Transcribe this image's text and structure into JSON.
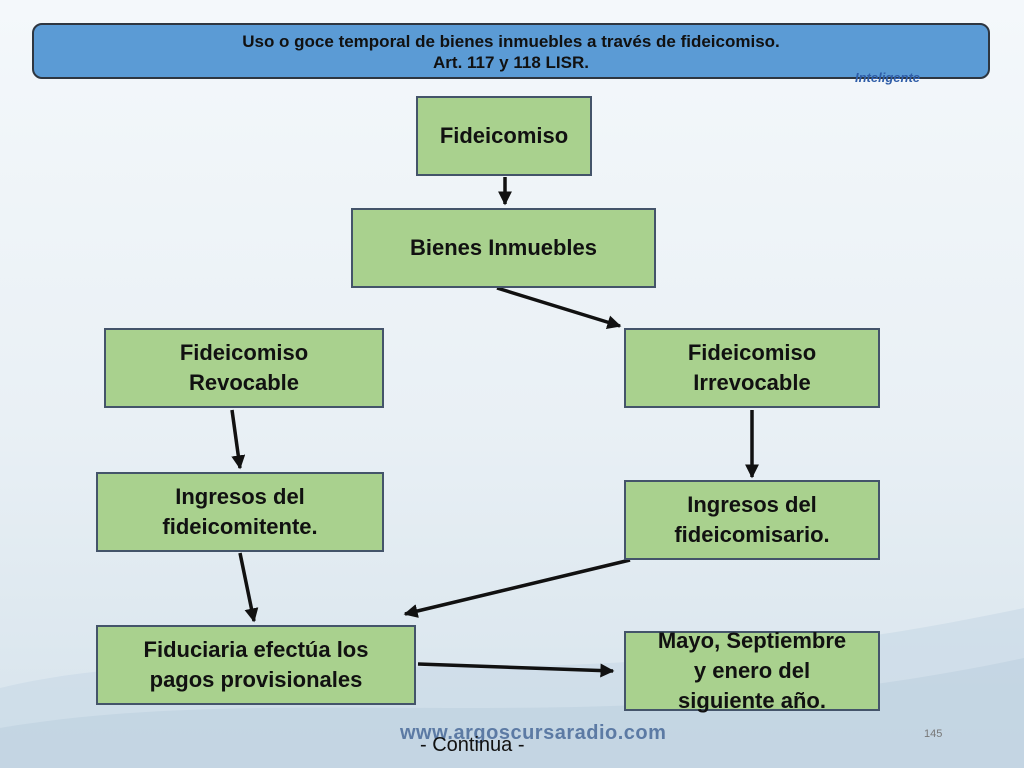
{
  "header": {
    "line1": "Uso o goce temporal de bienes inmuebles a través de fideicomiso.",
    "line2": "Art. 117 y 118 LISR."
  },
  "logo_text": "Inteligente",
  "nodes": {
    "fideicomiso": "Fideicomiso",
    "bienes": "Bienes Inmuebles",
    "revocable_l1": "Fideicomiso",
    "revocable_l2": "Revocable",
    "irrevocable_l1": "Fideicomiso",
    "irrevocable_l2": "Irrevocable",
    "ing_fideicomitente_l1": "Ingresos del",
    "ing_fideicomitente_l2": "fideicomitente.",
    "ing_fideicomisario_l1": "Ingresos del",
    "ing_fideicomisario_l2": "fideicomisario.",
    "fiduciaria_l1": "Fiduciaria efectúa los",
    "fiduciaria_l2": "pagos provisionales",
    "mayo_l1": "Mayo, Septiembre",
    "mayo_l2": "y enero del",
    "mayo_l3": "siguiente año."
  },
  "footer": {
    "url": "www.argoscursaradio.com",
    "continua": "- Continua -",
    "page": "145"
  }
}
